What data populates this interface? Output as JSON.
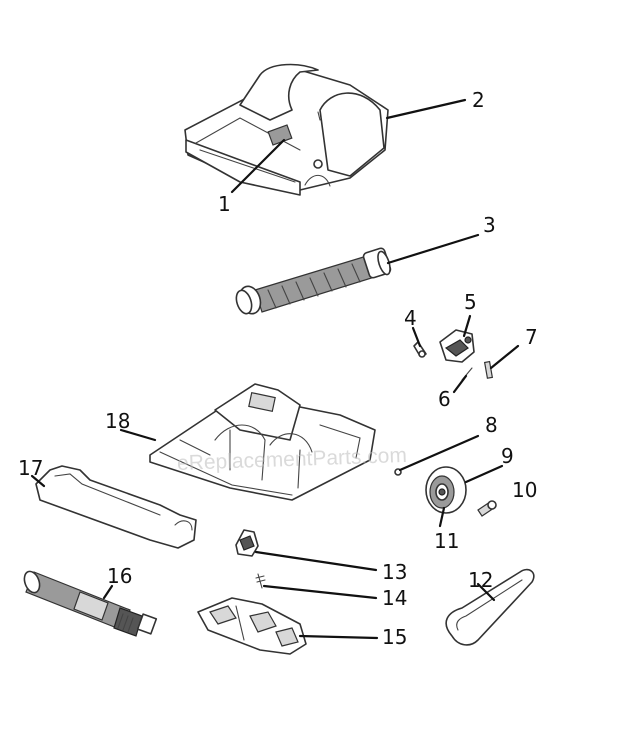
{
  "diagram": {
    "callouts": [
      "1",
      "2",
      "3",
      "4",
      "5",
      "6",
      "7",
      "8",
      "9",
      "10",
      "11",
      "12",
      "13",
      "14",
      "15",
      "16",
      "17",
      "18"
    ],
    "watermark": "eReplacementParts.com"
  }
}
